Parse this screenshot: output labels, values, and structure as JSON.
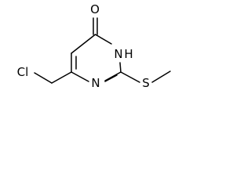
{
  "molecule": {
    "atoms": {
      "oxygen": "O",
      "nh_n": "N",
      "nh_h": "H",
      "ring_n": "N",
      "sulfur": "S",
      "chlorine": "Cl"
    }
  },
  "colors": {
    "bond": "#000000",
    "label": "#000000",
    "background": "#ffffff"
  }
}
